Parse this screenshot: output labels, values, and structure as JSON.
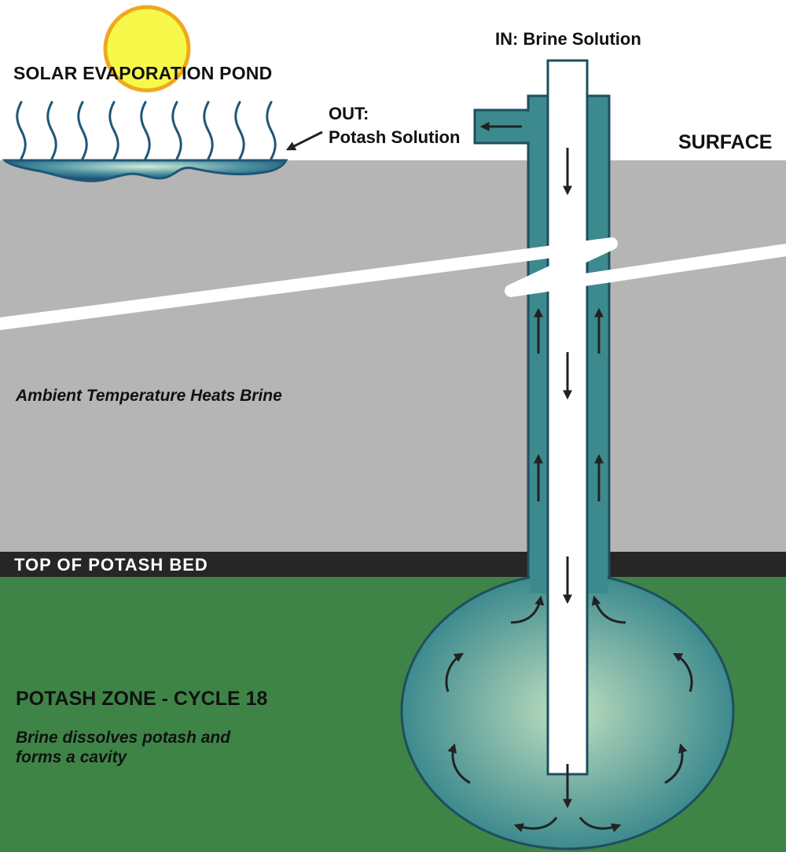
{
  "labels": {
    "solar_pond": "SOLAR EVAPORATION POND",
    "in": "IN: Brine Solution",
    "out_line1": "OUT:",
    "out_line2": "Potash Solution",
    "surface": "SURFACE",
    "ambient": "Ambient Temperature Heats Brine",
    "top_bed": "TOP OF POTASH BED",
    "zone": "POTASH ZONE - CYCLE 18",
    "dissolves_line1": "Brine dissolves potash and",
    "dissolves_line2": "forms a cavity"
  },
  "colors": {
    "sky": "#ffffff",
    "ground": "#b5b5b5",
    "bed_band": "#262626",
    "potash_zone": "#3e8447",
    "pipe_annulus": "#3d8a8e",
    "pipe_outline": "#1e4e60",
    "cavity_outer": "#3d8a8e",
    "cavity_center": "#bfdfbf",
    "pond_dark": "#1f5677",
    "pond_light": "#d2ecd6",
    "sun": "#f6f94a",
    "sun_outline": "#f0a81e",
    "wave": "#1f5677",
    "arrow": "#222222"
  },
  "icons": [
    "sun-icon",
    "heat-wave-icon",
    "flow-arrow-icon",
    "pointer-arrow-icon"
  ]
}
